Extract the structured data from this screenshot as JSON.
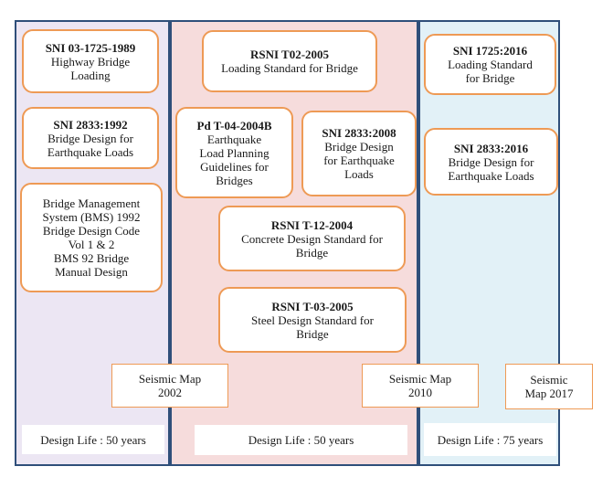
{
  "columns": [
    {
      "boxes": [
        {
          "title": "SNI 03-1725-1989",
          "desc": "Highway Bridge\nLoading"
        },
        {
          "title": "SNI 2833:1992",
          "desc": "Bridge Design for\nEarthquake Loads"
        },
        {
          "title": "",
          "desc": "Bridge Management\nSystem (BMS) 1992\nBridge Design Code\nVol 1 & 2\nBMS 92 Bridge\nManual Design"
        }
      ],
      "design_life": "Design Life :  50 years"
    },
    {
      "boxes": [
        {
          "title": "RSNI T02-2005",
          "desc": "Loading Standard for Bridge"
        },
        {
          "title": "Pd T-04-2004B",
          "desc": "Earthquake\nLoad Planning\nGuidelines for\nBridges"
        },
        {
          "title": "SNI 2833:2008",
          "desc": "Bridge Design\nfor Earthquake\nLoads"
        },
        {
          "title": "RSNI T-12-2004",
          "desc": "Concrete Design Standard for\nBridge"
        },
        {
          "title": "RSNI T-03-2005",
          "desc": "Steel Design Standard for\nBridge"
        }
      ],
      "design_life": "Design Life : 50 years"
    },
    {
      "boxes": [
        {
          "title": "SNI 1725:2016",
          "desc": "Loading Standard\nfor Bridge"
        },
        {
          "title": "SNI 2833:2016",
          "desc": "Bridge Design for\nEarthquake Loads"
        }
      ],
      "design_life": "Design Life : 75\nyears"
    }
  ],
  "seismic_maps": [
    {
      "label": "Seismic Map\n2002"
    },
    {
      "label": "Seismic Map\n2010"
    },
    {
      "label": "Seismic\nMap 2017"
    }
  ],
  "colors": {
    "panel_1": "#ece6f3",
    "panel_2": "#f6dcdc",
    "panel_3": "#e2f1f7",
    "box_border": "#ee9a55",
    "panel_border": "#2f4f7a"
  }
}
